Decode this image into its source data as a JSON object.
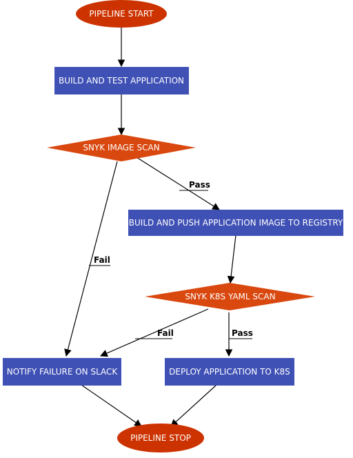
{
  "colors": {
    "process_fill": "#3f51b5",
    "terminal_fill": "#cc3300",
    "decision_fill": "#d9480f",
    "edge": "#000000",
    "node_text": "#ffffff"
  },
  "nodes": {
    "start": "PIPELINE START",
    "build_test": "BUILD AND TEST APPLICATION",
    "image_scan": "SNYK IMAGE SCAN",
    "build_push": "BUILD AND PUSH APPLICATION IMAGE TO REGISTRY",
    "yaml_scan": "SNYK K8S YAML SCAN",
    "notify_failure": "NOTIFY FAILURE ON SLACK",
    "deploy": "DEPLOY APPLICATION TO K8S",
    "stop": "PIPELINE STOP"
  },
  "edges": {
    "image_scan_pass": "Pass",
    "image_scan_fail": "Fail",
    "yaml_scan_fail": "Fail",
    "yaml_scan_pass": "Pass"
  }
}
